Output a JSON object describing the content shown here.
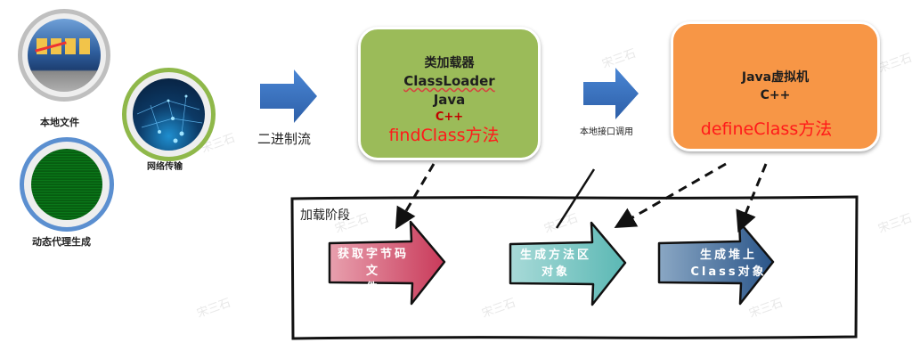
{
  "sources": [
    {
      "label": "本地文件",
      "icon": "local-file-icon",
      "ring_color": "#bfbfbf"
    },
    {
      "label": "网络传输",
      "icon": "network-icon",
      "ring_color": "#8fb84a"
    },
    {
      "label": "动态代理生成",
      "icon": "code-matrix-icon",
      "ring_color": "#5b8fd0"
    }
  ],
  "flow1_label": "二进制流",
  "flow2_label": "本地接口调用",
  "classloader_box": {
    "lines": [
      "类加载器",
      "ClassLoader",
      "Java",
      "C++"
    ],
    "method": "findClass方法",
    "color": "#9bbb59"
  },
  "jvm_box": {
    "lines": [
      "Java虚拟机",
      "C++"
    ],
    "method": "defineClass方法",
    "color": "#f79646"
  },
  "loading_stage": {
    "title": "加载阶段",
    "steps": [
      {
        "line1": "获取字节码文",
        "line2": "件",
        "color_start": "#e8a0ae",
        "color_end": "#c93a5a"
      },
      {
        "line1": "生成方法区",
        "line2": "对象",
        "color_start": "#a8dad8",
        "color_end": "#5bb8b4"
      },
      {
        "line1": "生成堆上",
        "line2": "Class对象",
        "color_start": "#8aa7c4",
        "color_end": "#2a5589"
      }
    ]
  },
  "watermark": "宋三石",
  "colors": {
    "blue_arrow": "#3a73c4",
    "method_red": "#ff1a1a"
  }
}
